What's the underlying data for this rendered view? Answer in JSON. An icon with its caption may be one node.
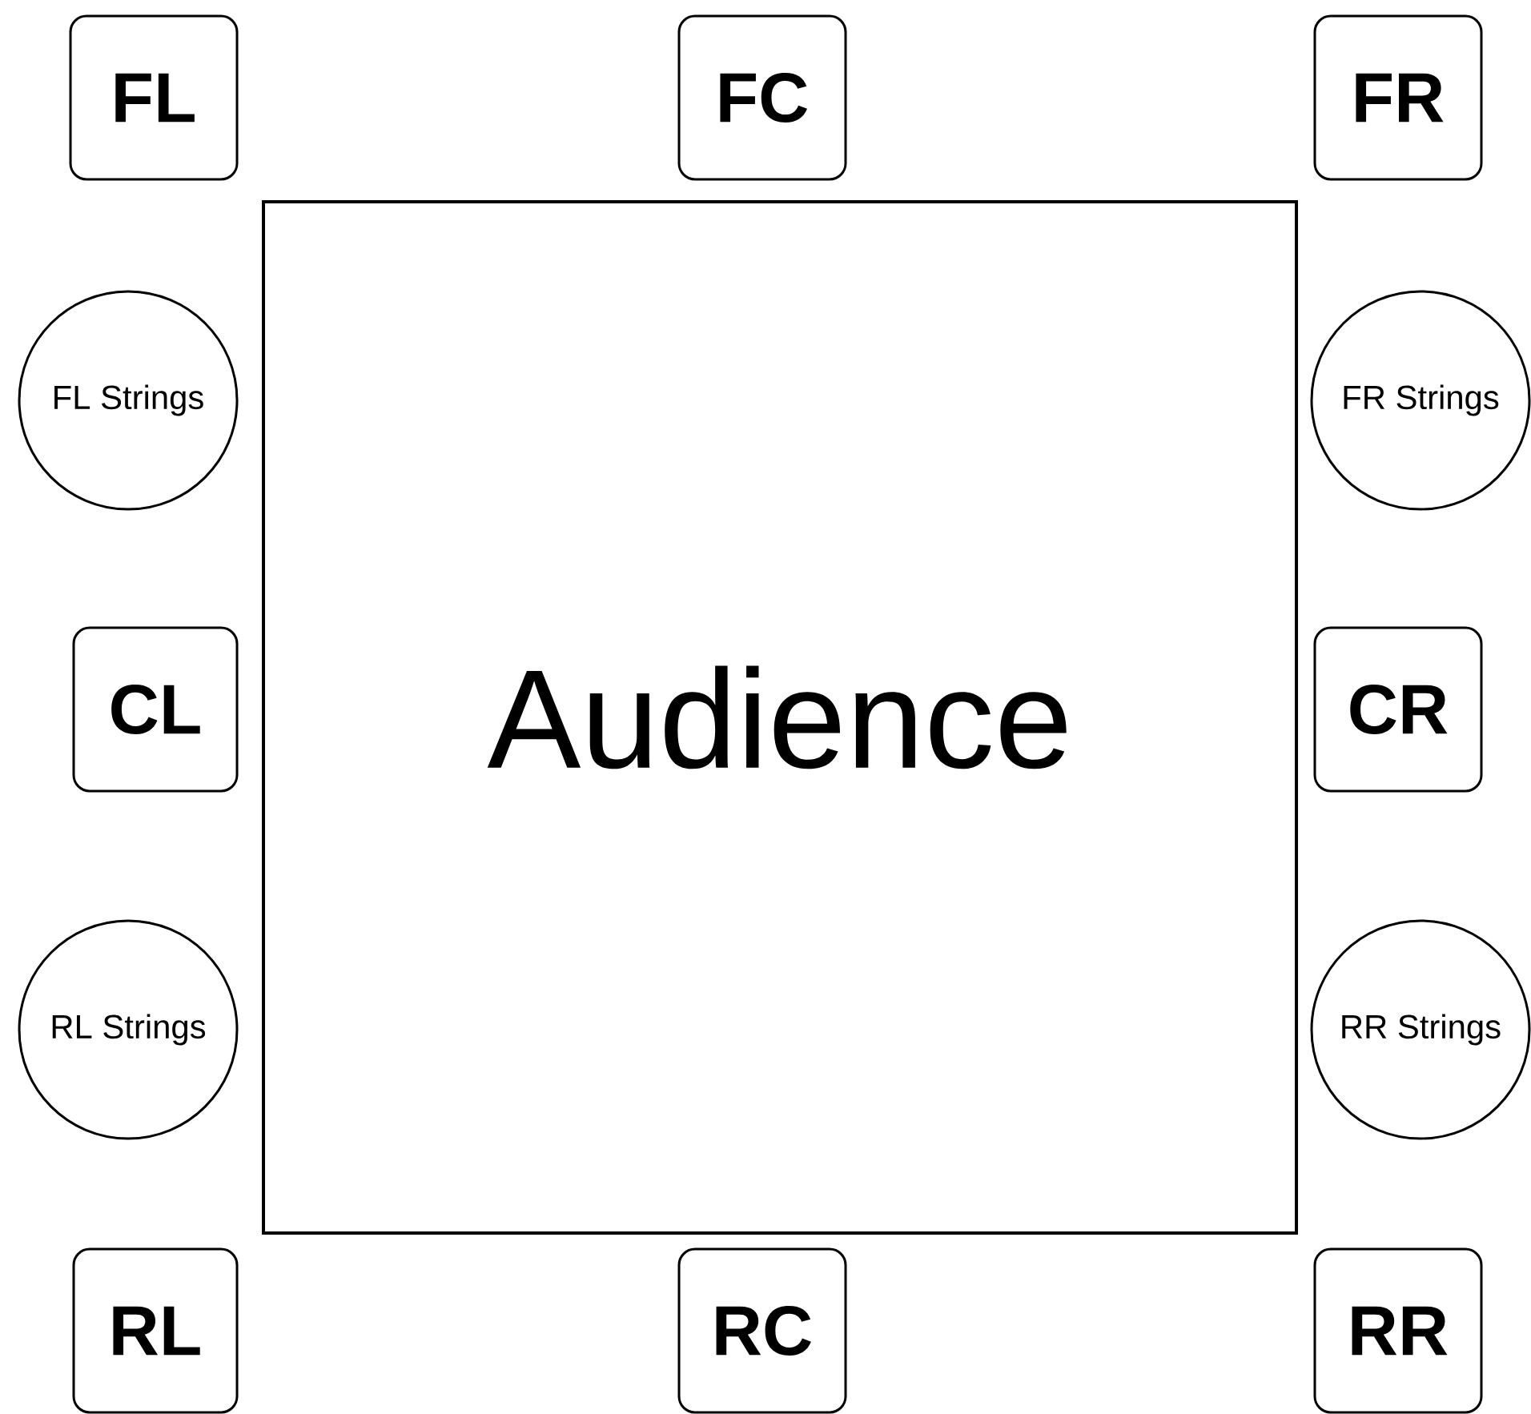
{
  "diagram": {
    "nodes": [
      {
        "text": [
          "FL"
        ]
      },
      {
        "text": [
          "FC"
        ]
      },
      {
        "text": [
          "FR"
        ]
      },
      {
        "text": [
          "Audience"
        ]
      },
      {
        "text": [
          "FL Strings"
        ]
      },
      {
        "text": [
          "FR Strings"
        ]
      },
      {
        "text": [
          "CL"
        ]
      },
      {
        "text": [
          "CR"
        ]
      },
      {
        "text": [
          "RL Strings"
        ]
      },
      {
        "text": [
          "RR Strings"
        ]
      },
      {
        "text": [
          "RL"
        ]
      },
      {
        "text": [
          "RC"
        ]
      },
      {
        "text": [
          "RR"
        ]
      }
    ]
  }
}
